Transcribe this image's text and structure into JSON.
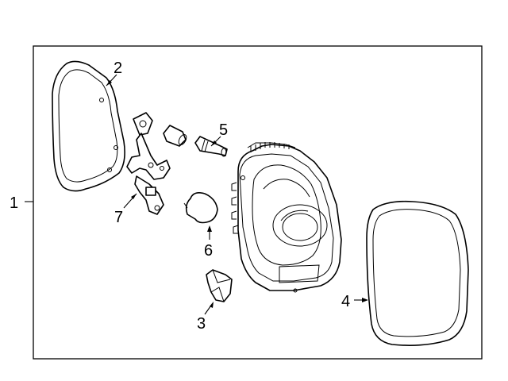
{
  "diagram": {
    "callouts": {
      "c1": "1",
      "c2": "2",
      "c3": "3",
      "c4": "4",
      "c5": "5",
      "c6": "6",
      "c7": "7"
    },
    "colors": {
      "line": "#000000",
      "background": "#ffffff"
    }
  }
}
